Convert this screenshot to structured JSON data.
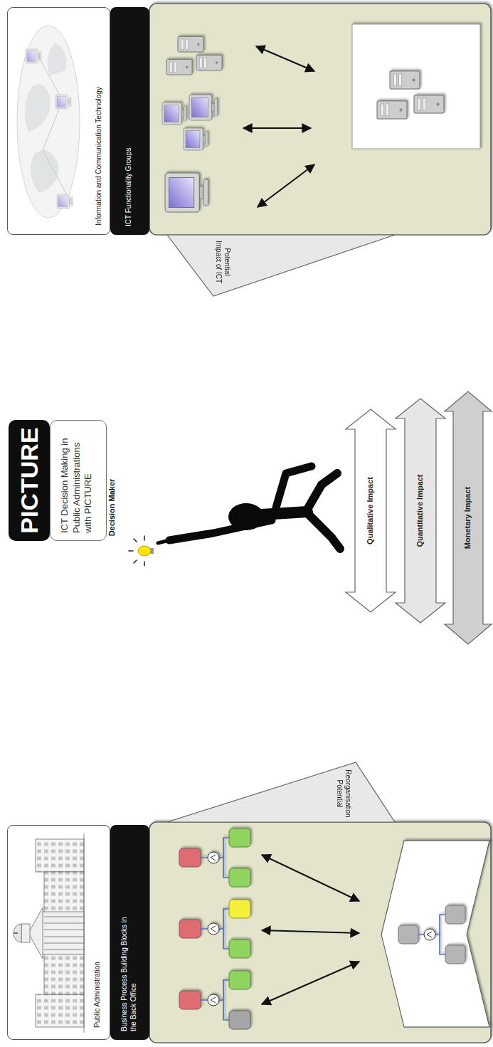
{
  "diagram": {
    "nodes": [
      {
        "text": [
          "Public Administration"
        ]
      },
      {
        "text": [
          "Business Process Building Blocks in the Back Office"
        ]
      },
      {
        "text": [
          "Reorganisation Potential"
        ]
      },
      {
        "text": [
          "PICTURE"
        ]
      },
      {
        "text": [
          "ICT Decision Making in Public Administrations with PICTURE"
        ]
      },
      {
        "text": [
          "Qualitative Impact"
        ]
      },
      {
        "text": [
          "Quantitative Impact"
        ]
      },
      {
        "text": [
          "Monetary Impact"
        ]
      },
      {
        "text": [
          "Information and Communication Technology"
        ]
      },
      {
        "text": [
          "ICT Functionality Groups"
        ]
      },
      {
        "text": [
          "Potential Impact of ICT"
        ]
      }
    ],
    "labels": [
      "Decision Maker"
    ]
  }
}
